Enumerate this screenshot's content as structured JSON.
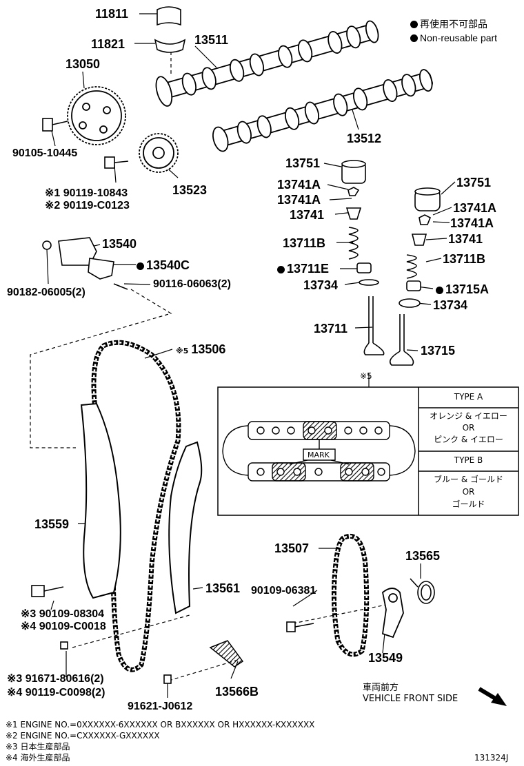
{
  "legend": {
    "jp": "再使用不可部品",
    "en": "Non-reusable part"
  },
  "labels": {
    "p11811": "11811",
    "p11821": "11821",
    "p13511": "13511",
    "p13050": "13050",
    "p13512": "13512",
    "p90105": "90105-10445",
    "p90119a": "※1 90119-10843",
    "p90119b": "※2 90119-C0123",
    "p13523": "13523",
    "p13751l": "13751",
    "p13741Al": "13741A",
    "p13741Al2": "13741A",
    "p13741l": "13741",
    "p13711B_l": "13711B",
    "p13711E": "13711E",
    "p13734l": "13734",
    "p13711": "13711",
    "p13751r": "13751",
    "p13741Ar": "13741A",
    "p13741Ar2": "13741A",
    "p13741r": "13741",
    "p13711B_r": "13711B",
    "p13715A": "13715A",
    "p13734r": "13734",
    "p13715": "13715",
    "p13540": "13540",
    "p13540C": "13540C",
    "p90182": "90182-06005(2)",
    "p90116": "90116-06063(2)",
    "p13506": "13506",
    "p13506mark": "※5",
    "p13559": "13559",
    "p13561": "13561",
    "p90109a": "※3 90109-08304",
    "p90109b": "※4 90109-C0018",
    "p91671": "※3 91671-80616(2)",
    "p90119c": "※4 90119-C0098(2)",
    "p91621": "91621-J0612",
    "p13566B": "13566B",
    "p13507": "13507",
    "p90109c": "90109-06381",
    "p13565": "13565",
    "p13549": "13549"
  },
  "chain_table": {
    "ref": "※5",
    "mark_label": "MARK",
    "type_a": "TYPE A",
    "type_a_line1": "オレンジ & イエロー",
    "type_a_or": "OR",
    "type_a_line2": "ピンク & イエロー",
    "type_b": "TYPE B",
    "type_b_line1": "ブルー & ゴールド",
    "type_b_or": "OR",
    "type_b_line2": "ゴールド"
  },
  "vehicle_front": {
    "jp": "車両前方",
    "en": "VEHICLE FRONT SIDE"
  },
  "notes": {
    "n1": "※1 ENGINE NO.=0XXXXXX-6XXXXXX OR BXXXXXX OR HXXXXXX-KXXXXXX",
    "n2": "※2 ENGINE NO.=CXXXXXX-GXXXXXX",
    "n3": "※3 日本生産部品",
    "n4": "※4 海外生産部品"
  },
  "diagram_id": "131324J"
}
